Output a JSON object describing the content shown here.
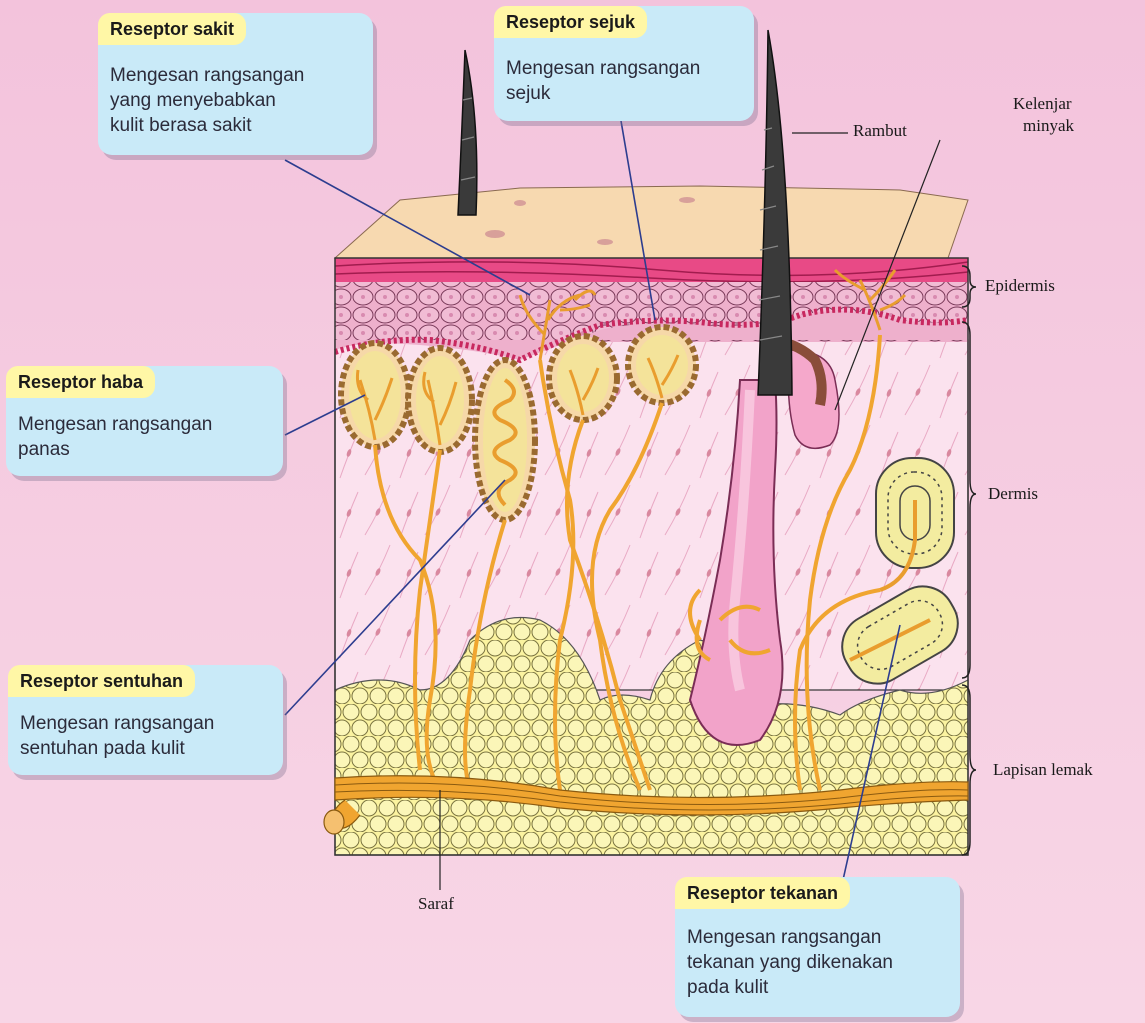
{
  "callouts": {
    "pain": {
      "title": "Reseptor sakit",
      "lines": [
        "Mengesan rangsangan",
        "yang menyebabkan",
        "kulit berasa sakit"
      ]
    },
    "cold": {
      "title": "Reseptor sejuk",
      "lines": [
        "Mengesan rangsangan",
        "sejuk"
      ]
    },
    "heat": {
      "title": "Reseptor haba",
      "lines": [
        "Mengesan rangsangan",
        "panas"
      ]
    },
    "touch": {
      "title": "Reseptor sentuhan",
      "lines": [
        "Mengesan rangsangan",
        "sentuhan pada kulit"
      ]
    },
    "pressure": {
      "title": "Reseptor tekanan",
      "lines": [
        "Mengesan rangsangan",
        "tekanan yang dikenakan",
        "pada kulit"
      ]
    }
  },
  "labels": {
    "hair": "Rambut",
    "oil_gland_1": "Kelenjar",
    "oil_gland_2": "minyak",
    "epidermis": "Epidermis",
    "dermis": "Dermis",
    "fat_layer": "Lapisan lemak",
    "nerve": "Saraf"
  },
  "colors": {
    "background": "#f4c6de",
    "callout_body": "#c9eaf8",
    "callout_title": "#fff7a6",
    "nerve": "#f0a530",
    "fat": "#fbf6a8",
    "dermis": "#fbe0ec",
    "epidermis_top": "#f7d9b0",
    "hair": "#3a3a3a",
    "pointer_line": "#2d3d8f"
  }
}
